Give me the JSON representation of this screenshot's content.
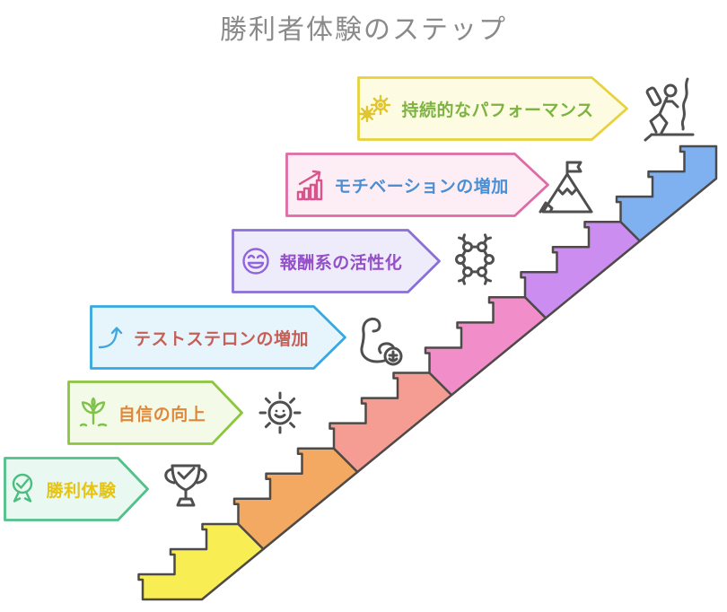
{
  "title": "勝利者体験のステップ",
  "colors": {
    "background": "#ffffff",
    "outline": "#4d4a48",
    "title": "#8a8a8a",
    "icon": "#4f4f4f"
  },
  "steps": [
    {
      "label": "勝利体験",
      "banner_icon": "medal-icon",
      "side_icon": "trophy-icon",
      "fill": "#e9f8f0",
      "border": "#52c08a",
      "text": "#e6c412",
      "icon": "#4bbd7f",
      "stair": "#f8ed52"
    },
    {
      "label": "自信の向上",
      "banner_icon": "sprout-icon",
      "side_icon": "sun-icon",
      "fill": "#f3fae7",
      "border": "#8cc63f",
      "text": "#e0883a",
      "icon": "#7fc24a",
      "stair": "#f3a961"
    },
    {
      "label": "テストステロンの増加",
      "banner_icon": "rising-arrow-icon",
      "side_icon": "bicep-icon",
      "fill": "#e6f5fc",
      "border": "#36a9e0",
      "text": "#c65f57",
      "icon": "#3fa8dc",
      "stair": "#f59c93"
    },
    {
      "label": "報酬系の活性化",
      "banner_icon": "smiley-icon",
      "side_icon": "molecule-icon",
      "fill": "#eeebfb",
      "border": "#8a70d6",
      "text": "#9350c8",
      "icon": "#9065d8",
      "stair": "#f18ec9"
    },
    {
      "label": "モチベーションの増加",
      "banner_icon": "chart-growth-icon",
      "side_icon": "mountain-flag-icon",
      "fill": "#fdedf5",
      "border": "#df6ba6",
      "text": "#4a8fd4",
      "icon": "#d9538c",
      "stair": "#cb8df0"
    },
    {
      "label": "持続的なパフォーマンス",
      "banner_icon": "gears-icon",
      "side_icon": "climber-icon",
      "fill": "#fdfbe2",
      "border": "#e8d23c",
      "text": "#7cb342",
      "icon": "#e0c52e",
      "stair": "#7fb0f0"
    }
  ]
}
